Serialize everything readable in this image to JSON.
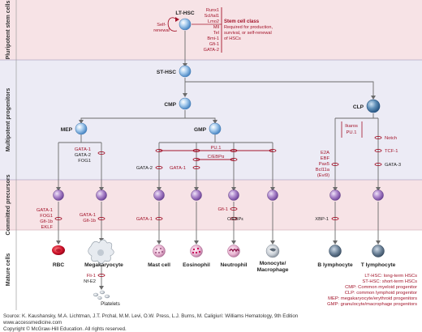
{
  "bands": {
    "pluripotent": "Pluripotent stem cells",
    "multipotent": "Multipotent progenitors",
    "committed": "Committed precursors",
    "mature": "Mature cells"
  },
  "cells": {
    "lt_hsc": "LT-HSC",
    "st_hsc": "ST-HSC",
    "cmp": "CMP",
    "mep": "MEP",
    "gmp": "GMP",
    "clp": "CLP",
    "rbc": "RBC",
    "megakaryocyte": "Megakaryocyte",
    "platelets": "Platelets",
    "mast_cell": "Mast cell",
    "eosinophil": "Eosinophil",
    "neutrophil": "Neutrophil",
    "monocyte_1": "Monocyte/",
    "monocyte_2": "Macrophage",
    "b_lymphocyte": "B lymphocyte",
    "t_lymphocyte": "T lymphocyte"
  },
  "self_renewal": [
    "Self-",
    "renewal"
  ],
  "stem_genes": [
    "Runx1",
    "Scl/tal1",
    "Lmo2",
    "Mll",
    "Tel",
    "Bmi-1",
    "Gfi-1",
    "GATA-2"
  ],
  "stem_class": {
    "title": "Stem cell class",
    "desc": [
      "Required for production,",
      "survival, or self-renewal",
      "of HSCs"
    ]
  },
  "factors": {
    "mep_list": [
      "GATA-1",
      "GATA-2",
      "FOG1"
    ],
    "rbc_list": [
      "GATA-1",
      "FOG1",
      "Gfi-1b",
      "EKLF"
    ],
    "mega_list": [
      "GATA-1",
      "Gfi-1b"
    ],
    "platelet_list": [
      "Fli-1",
      "Nf-E2"
    ],
    "pu1": "PU.1",
    "cebpa": "C/EBPα",
    "gata2": "GATA-2",
    "gata1_gmp": "GATA-1",
    "gata1_mast": "GATA-1",
    "gfi1": "Gfi-1",
    "cebpe": "C/EBPε",
    "ikaros": "Ikaros",
    "pu1_clp": "PU.1",
    "notch": "Notch",
    "tcf1": "TCF-1",
    "gata3": "GATA-3",
    "b_list": [
      "E2A",
      "EBF",
      "Pax5",
      "Bcl11a",
      "(Evi9)"
    ],
    "xbp1": "XBP-1"
  },
  "abbrevs": [
    "LT-HSC: long-term HSCs",
    "ST-HSC: short-term HSCs",
    "CMP: Common myeloid progenitor",
    "CLP: common lymphoid progenitor",
    "MEP: megakaryocyte/erythroid progenitors",
    "GMP: granulocyte/macrophage progenitors"
  ],
  "footer": {
    "source": "Source: K. Kaushansky, M.A. Lichtman, J.T. Prchal, M.M. Levi, O.W. Press, L.J. Burns, M. Caligiuri: Williams Hematology, 9th Edition",
    "url": "www.accessmedicine.com",
    "copyright": "Copyright © McGraw-Hill Education.  All rights reserved."
  },
  "colors": {
    "band_pink": "#f7e3e6",
    "band_lavender": "#ecebf5",
    "band_pink2": "#f7e3e6",
    "band_white": "#ffffff",
    "accent_red": "#a3142a",
    "stem_blue": "#6ea6d8",
    "precursor_purple": "#8a63ad",
    "rbc_red": "#c8102e",
    "line_gray": "#6b6b6b"
  }
}
